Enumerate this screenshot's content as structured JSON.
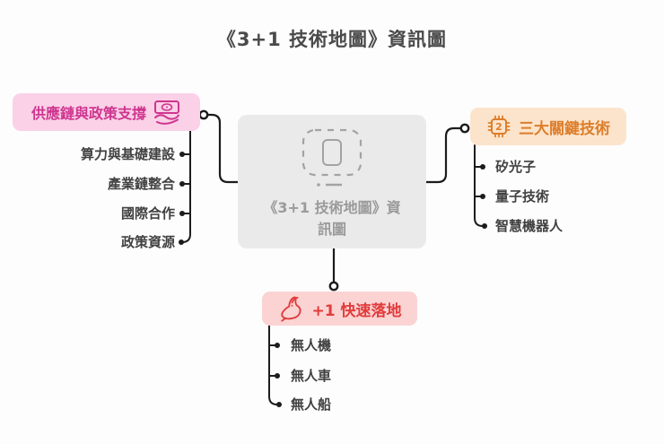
{
  "title": "《3+1 技術地圖》資訊圖",
  "center": {
    "label": "《3+1 技術地圖》資訊圖",
    "icon": "image-placeholder-icon",
    "bg_color": "#eaeaea",
    "text_color": "#9a9a9a"
  },
  "branches": {
    "left": {
      "label": "供應鏈與政策支撐",
      "icon": "money-in-hand-icon",
      "text_color": "#cf3590",
      "bg_color": "#fad1e6",
      "children": [
        "算力與基礎建設",
        "產業鏈整合",
        "國際合作",
        "政策資源"
      ]
    },
    "right": {
      "label": "三大關鍵技術",
      "icon": "chip-icon",
      "badge": "2",
      "text_color": "#dd7e2b",
      "bg_color": "#fce4cc",
      "children": [
        "矽光子",
        "量子技術",
        "智慧機器人"
      ]
    },
    "bottom": {
      "label": "+1 快速落地",
      "icon": "rabbit-icon",
      "text_color": "#e23c3c",
      "bg_color": "#fbd3d3",
      "children": [
        "無人機",
        "無人車",
        "無人船"
      ]
    }
  },
  "line_color": "#1c1c1c"
}
